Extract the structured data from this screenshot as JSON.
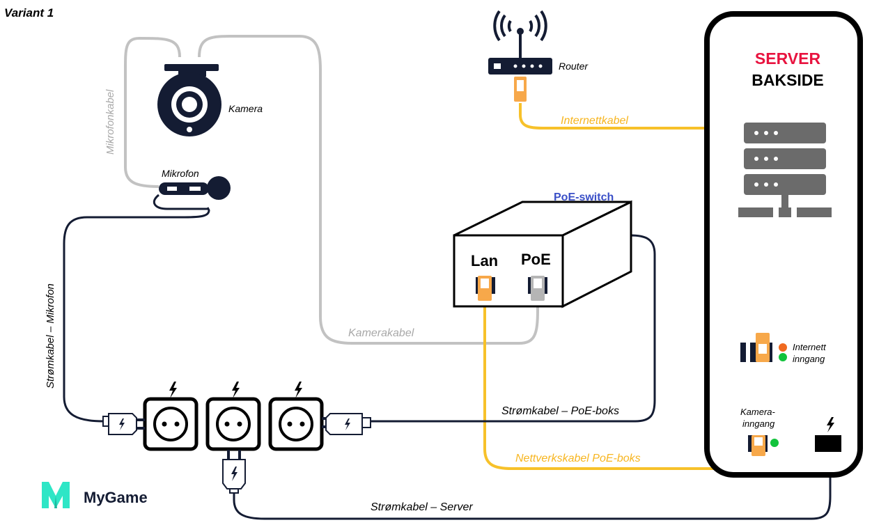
{
  "variant_label": "Variant 1",
  "colors": {
    "navy": "#141c33",
    "gray_cable": "#c2c2c2",
    "yellow_cable": "#f7c12a",
    "orange_plug": "#f7a84a",
    "poe_blue": "#3a4fc7",
    "server_red": "#e8133f",
    "server_gray": "#6b6b6b",
    "logo_teal": "#2ee6c6",
    "led_orange": "#f06a20",
    "led_green": "#12c33c"
  },
  "devices": {
    "camera": "Kamera",
    "microphone": "Mikrofon",
    "router": "Router",
    "poe_switch_title": "PoE-switch",
    "poe_port_lan": "Lan",
    "poe_port_poe": "PoE",
    "server_title_1": "SERVER",
    "server_title_2": "BAKSIDE",
    "internet_input_1": "Internett",
    "internet_input_2": "inngang",
    "camera_input_1": "Kamera-",
    "camera_input_2": "inngang"
  },
  "cables": {
    "mic_cable": "Mikrofonkabel",
    "camera_cable": "Kamerakabel",
    "internet_cable": "Internettkabel",
    "power_mic": "Strømkabel – Mikrofon",
    "power_poe": "Strømkabel – PoE-boks",
    "network_poe": "Nettverkskabel PoE-boks",
    "power_server": "Strømkabel – Server"
  },
  "logo": {
    "text": "MyGame",
    "mark": "M"
  },
  "icons": [
    "power-bolt-icon",
    "plug-icon",
    "socket-icon",
    "ethernet-port-icon",
    "wifi-antenna-icon",
    "server-rack-icon"
  ]
}
